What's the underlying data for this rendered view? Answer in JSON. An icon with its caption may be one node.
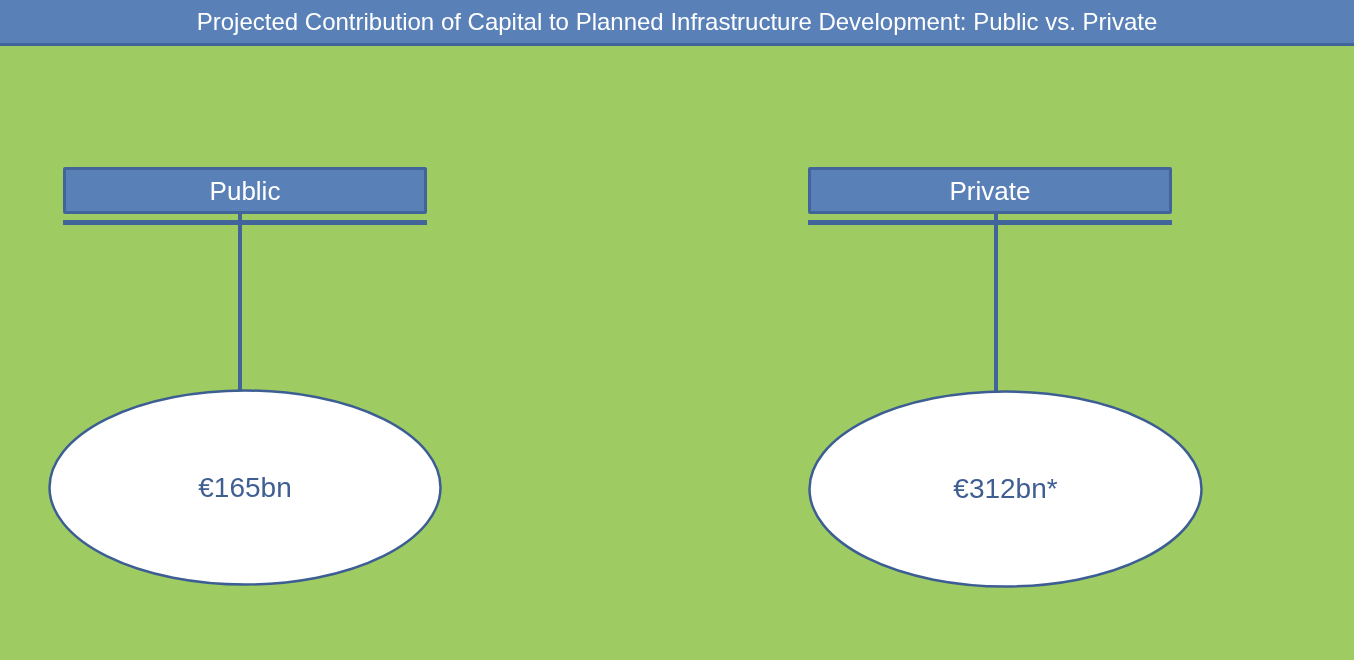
{
  "diagram": {
    "title": "Projected Contribution of Capital to Planned Infrastructure Development: Public vs. Private",
    "nodes": [
      {
        "text": [
          "Public"
        ]
      },
      {
        "text": [
          "€165bn"
        ]
      },
      {
        "text": [
          "Private"
        ]
      },
      {
        "text": [
          "€312bn*"
        ]
      }
    ],
    "edges": [
      {
        "from": 0,
        "to": 1,
        "arrow": "none"
      },
      {
        "from": 2,
        "to": 3,
        "arrow": "none"
      }
    ]
  }
}
